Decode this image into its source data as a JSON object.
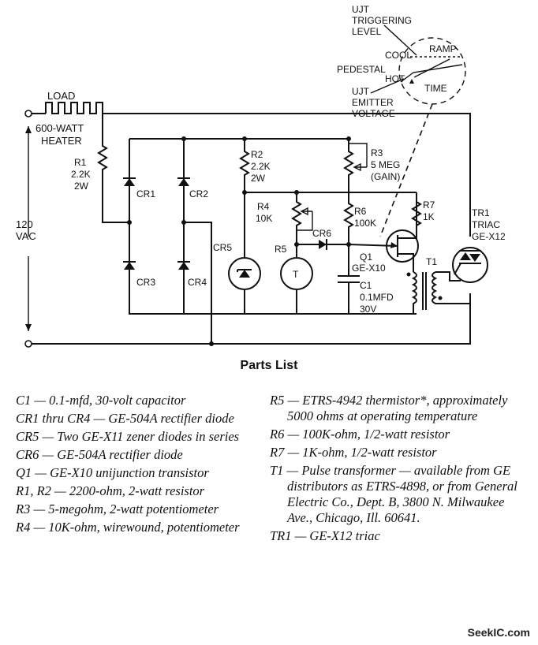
{
  "diagram": {
    "labels": {
      "load": "LOAD",
      "heater_line1": "600-WATT",
      "heater_line2": "HEATER",
      "supply_line1": "120",
      "supply_line2": "VAC",
      "r1": [
        "R1",
        "2.2K",
        "2W"
      ],
      "cr1": "CR1",
      "cr2": "CR2",
      "cr3": "CR3",
      "cr4": "CR4",
      "cr5": "CR5",
      "r2": [
        "R2",
        "2.2K",
        "2W"
      ],
      "r3": [
        "R3",
        "5 MEG",
        "(GAIN)"
      ],
      "r4": [
        "R4",
        "10K"
      ],
      "r5": "R5",
      "r6": [
        "R6",
        "100K"
      ],
      "r7": [
        "R7",
        "1K"
      ],
      "cr6": "CR6",
      "q1": [
        "Q1",
        "GE-X10"
      ],
      "c1": [
        "C1",
        "0.1MFD",
        "30V"
      ],
      "t1": "T1",
      "tr1": [
        "TR1",
        "TRIAC",
        "GE-X12"
      ],
      "ujt_trig": [
        "UJT",
        "TRIGGERING",
        "LEVEL"
      ],
      "ujt_emitter": [
        "UJT",
        "EMITTER",
        "VOLTAGE"
      ],
      "pedestal": "PEDESTAL",
      "ramp": "RAMP",
      "cool": "COOL",
      "hot": "HOT",
      "time": "TIME",
      "thermistor_symbol": "T"
    }
  },
  "parts_list": {
    "title": "Parts List",
    "left": [
      "C1 — 0.1-mfd, 30-volt capacitor",
      "CR1 thru CR4 — GE-504A rectifier diode",
      "CR5 — Two GE-X11 zener diodes in series",
      "CR6 — GE-504A rectifier diode",
      "Q1 — GE-X10 unijunction transistor",
      "R1, R2 — 2200-ohm, 2-watt resistor",
      "R3 — 5-megohm, 2-watt potentiometer",
      "R4 — 10K-ohm, wirewound, potentiometer"
    ],
    "right": [
      "R5 — ETRS-4942 thermistor*, approximately 5000 ohms at operating temperature",
      "R6 — 100K-ohm, 1/2-watt resistor",
      "R7 — 1K-ohm, 1/2-watt resistor",
      "T1 — Pulse transformer — available from GE distributors as ETRS-4898, or from General Electric Co., Dept. B, 3800 N. Milwaukee Ave., Chicago, Ill. 60641.",
      "TR1 — GE-X12 triac"
    ]
  },
  "watermark": "SeekIC.com"
}
